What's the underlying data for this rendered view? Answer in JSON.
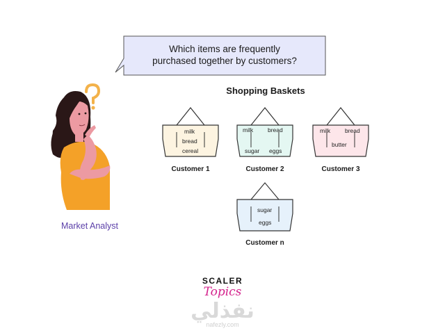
{
  "question": {
    "line1": "Which items are frequently",
    "line2": "purchased together by customers?"
  },
  "baskets_title": "Shopping Baskets",
  "analyst_label": "Market Analyst",
  "baskets": [
    {
      "customer": "Customer 1",
      "items": [
        "milk",
        "bread",
        "cereal"
      ],
      "fill": "#fdf4e1"
    },
    {
      "customer": "Customer 2",
      "items": [
        "milk",
        "bread",
        "sugar",
        "eggs"
      ],
      "fill": "#e4f7f2"
    },
    {
      "customer": "Customer 3",
      "items": [
        "milk",
        "bread",
        "butter"
      ],
      "fill": "#fde6ea"
    },
    {
      "customer": "Customer n",
      "items": [
        "sugar",
        "eggs"
      ],
      "fill": "#e6f1fb"
    }
  ],
  "logo": {
    "line1": "SCALER",
    "line2": "Topics"
  },
  "watermark": {
    "arabic": "نفذلي",
    "url": "nafezly.com"
  },
  "colors": {
    "bubble_fill": "#e6e8fb",
    "bubble_stroke": "#555555",
    "analyst_label": "#5b3fa8",
    "topics_pink": "#d4228c"
  }
}
